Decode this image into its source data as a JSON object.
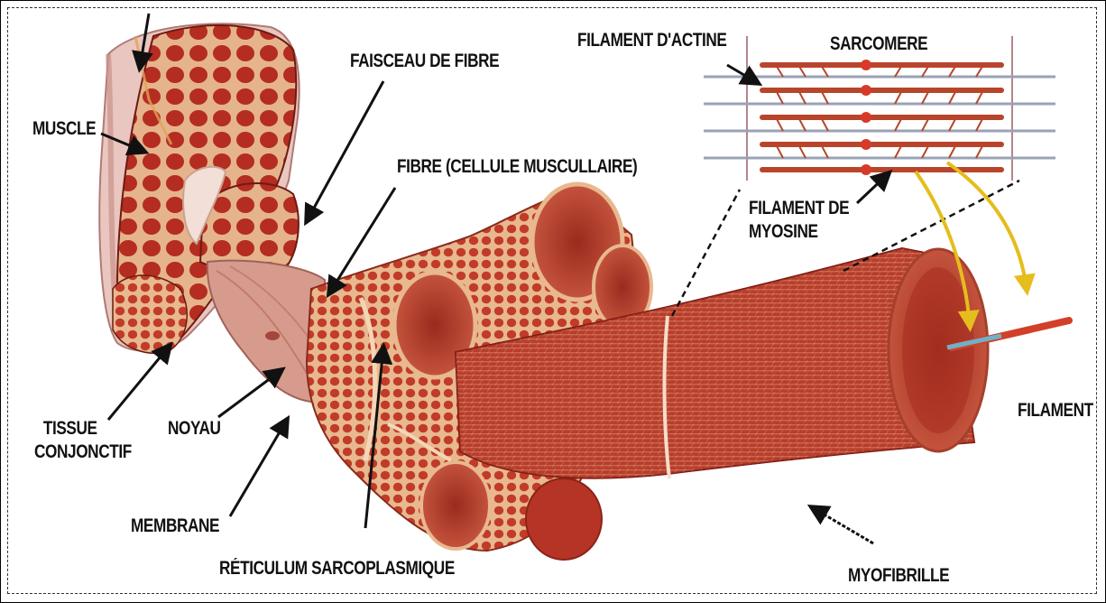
{
  "labels": {
    "muscle": "MUSCLE",
    "faisceau": "FAISCEAU DE FIBRE",
    "fibre": "FIBRE (CELLULE MUSCULLAIRE)",
    "actine": "FILAMENT D'ACTINE",
    "sarcomere": "SARCOMERE",
    "myosine_line1": "FILAMENT DE",
    "myosine_line2": "MYOSINE",
    "tissue_line1": "TISSUE",
    "tissue_line2": "CONJONCTIF",
    "noyau": "NOYAU",
    "membrane": "MEMBRANE",
    "reticulum": "RÉTICULUM SARCOPLASMIQUE",
    "myofibrille": "MYOFIBRILLE",
    "filament": "FILAMENT"
  },
  "colors": {
    "muscle_red": "#b8342a",
    "muscle_dark": "#7e1a14",
    "muscle_light": "#e59a7e",
    "fascia": "#e9c6c0",
    "actin": "#9aa3b4",
    "myosin": "#b8452b",
    "arrow_yellow": "#e5bd1c"
  }
}
